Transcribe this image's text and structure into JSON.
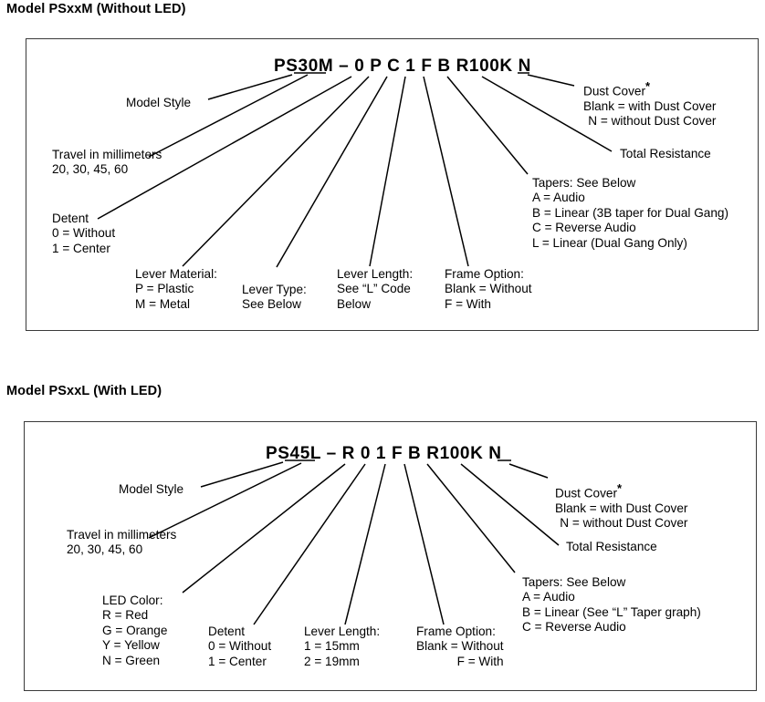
{
  "page": {
    "background": "#ffffff",
    "text_color": "#000000",
    "border_color": "#3a3a3a"
  },
  "diagrams": [
    {
      "title": "Model PSxxM (Without LED)",
      "part_number": "PS30M – 0 P C 1 F B R100K N",
      "callouts": {
        "model_style": "Model Style",
        "travel_line1": "Travel in millimeters",
        "travel_line2": "20, 30, 45, 60",
        "detent_line1": "Detent",
        "detent_line2": "0 = Without",
        "detent_line3": "1 = Center",
        "lever_material_line1": "Lever Material:",
        "lever_material_line2": "P = Plastic",
        "lever_material_line3": "M = Metal",
        "lever_type_line1": "Lever Type:",
        "lever_type_line2": "See Below",
        "lever_length_line1": "Lever Length:",
        "lever_length_line2": "See “L” Code",
        "lever_length_line3": "Below",
        "frame_option_line1": "Frame Option:",
        "frame_option_line2": "Blank = Without",
        "frame_option_line3": "F = With",
        "tapers_line1": "Tapers: See Below",
        "tapers_line2": "A = Audio",
        "tapers_line3": "B = Linear (3B taper for Dual Gang)",
        "tapers_line4": "C = Reverse Audio",
        "tapers_line5": "L = Linear (Dual Gang Only)",
        "total_resistance": "Total Resistance",
        "dust_cover_line1": "Dust Cover",
        "dust_cover_star": "*",
        "dust_cover_line2": "Blank = with Dust Cover",
        "dust_cover_line3": "N = without Dust Cover"
      }
    },
    {
      "title": "Model PSxxL (With LED)",
      "part_number": "PS45L – R 0 1 F B R100K N",
      "callouts": {
        "model_style": "Model Style",
        "travel_line1": "Travel in millimeters",
        "travel_line2": "20, 30, 45, 60",
        "led_color_line1": "LED Color:",
        "led_color_line2": "R = Red",
        "led_color_line3": "G = Orange",
        "led_color_line4": "Y = Yellow",
        "led_color_line5": "N = Green",
        "detent_line1": "Detent",
        "detent_line2": "0 = Without",
        "detent_line3": "1 = Center",
        "lever_length_line1": "Lever Length:",
        "lever_length_line2": "1 = 15mm",
        "lever_length_line3": "2 = 19mm",
        "frame_option_line1": "Frame Option:",
        "frame_option_line2": "Blank = Without",
        "frame_option_line3": "F = With",
        "tapers_line1": "Tapers: See Below",
        "tapers_line2": "A = Audio",
        "tapers_line3": "B = Linear (See “L” Taper graph)",
        "tapers_line4": "C = Reverse Audio",
        "total_resistance": "Total Resistance",
        "dust_cover_line1": "Dust Cover",
        "dust_cover_star": "*",
        "dust_cover_line2": "Blank = with Dust Cover",
        "dust_cover_line3": "N = without Dust Cover"
      }
    }
  ]
}
